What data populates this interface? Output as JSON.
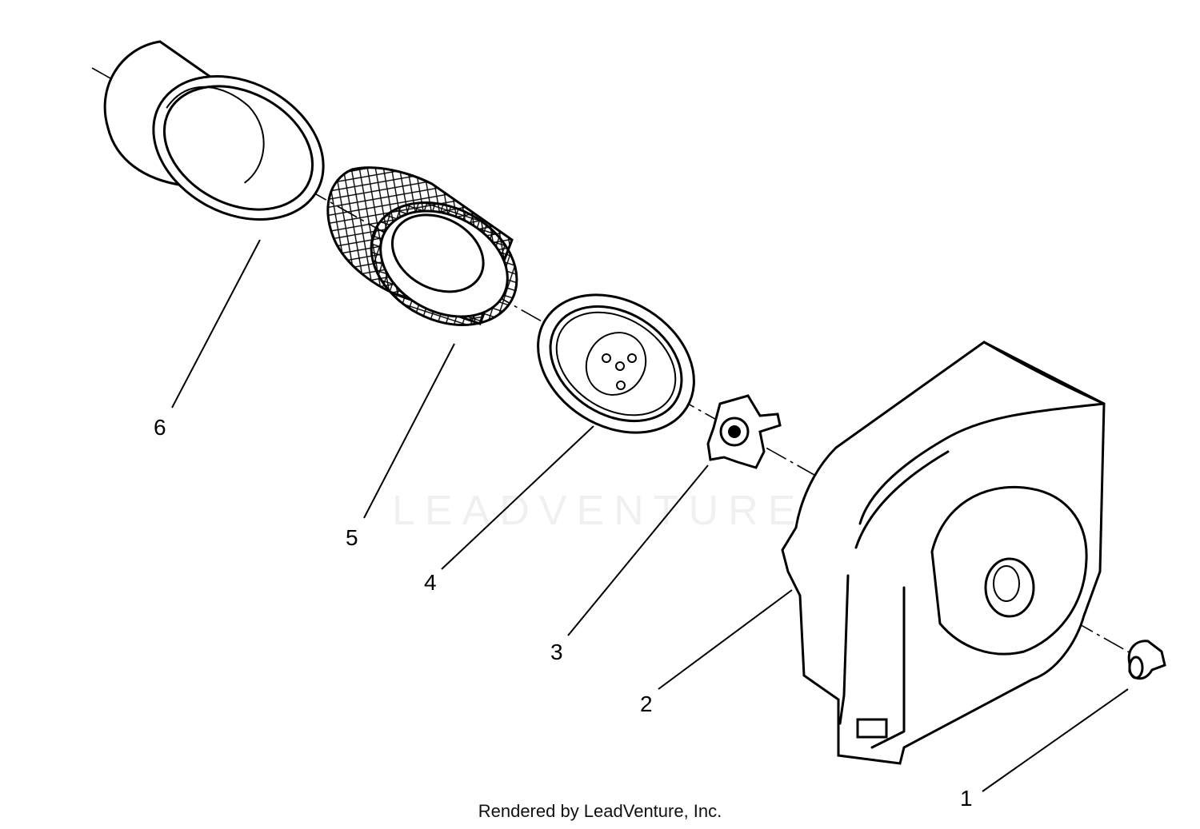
{
  "watermark": "LEADVENTURE",
  "footer": "Rendered by LeadVenture, Inc.",
  "callouts": [
    "1",
    "2",
    "3",
    "4",
    "5",
    "6"
  ],
  "parts": [
    {
      "ref": "1",
      "icon": "knob-icon"
    },
    {
      "ref": "2",
      "icon": "air-cleaner-cover-icon"
    },
    {
      "ref": "3",
      "icon": "retainer-icon"
    },
    {
      "ref": "4",
      "icon": "base-plate-icon"
    },
    {
      "ref": "5",
      "icon": "filter-element-icon"
    },
    {
      "ref": "6",
      "icon": "pre-cleaner-icon"
    }
  ]
}
